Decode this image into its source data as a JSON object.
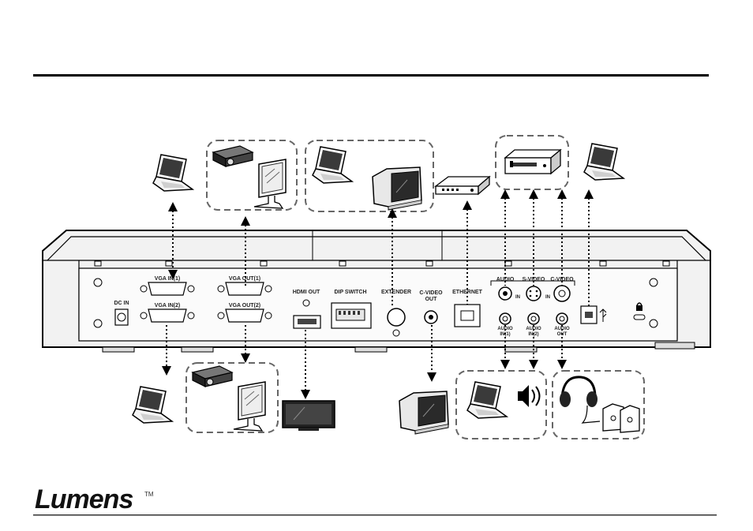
{
  "ports": {
    "vga_in_1": "VGA IN(1)",
    "vga_in_2": "VGA IN(2)",
    "vga_out_1": "VGA OUT(1)",
    "vga_out_2": "VGA OUT(2)",
    "dc_in": "DC IN",
    "hdmi_out": "HDMI OUT",
    "dip_switch": "DIP SWITCH",
    "extender": "EXTENDER",
    "c_video_out_1": "C-VIDEO",
    "c_video_out_2": "OUT",
    "ethernet": "ETHERNET",
    "audio_top": "AUDIO",
    "s_video_top": "S-VIDEO",
    "c_video_top": "C-VIDEO",
    "in_left": "IN",
    "in_right": "IN",
    "audio_in_1_a": "AUDIO",
    "audio_in_1_b": "IN(1)",
    "audio_in_2_a": "AUDIO",
    "audio_in_2_b": "IN(2)",
    "audio_out_a": "AUDIO",
    "audio_out_b": "OUT"
  },
  "footer": {
    "brand": "Lumens",
    "trademark": "TM"
  },
  "colors": {
    "line": "#000000",
    "dash": "#666666",
    "panel": "#ececec",
    "screen": "#3a3a3a"
  }
}
